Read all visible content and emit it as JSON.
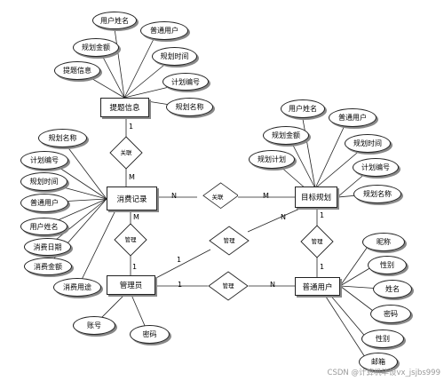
{
  "entities": {
    "tiqu": "提题信息",
    "xiaofei": "消费记录",
    "mubiao": "目标规划",
    "guanliyuan": "管理员",
    "putong": "普通用户"
  },
  "relations": {
    "r_tiqu_xiaofei": "关联",
    "r_xiaofei_mubiao": "关联",
    "r_xiaofei_guanli": "管理",
    "r_guanli_mubiao": "管理",
    "r_mubiao_putong": "管理",
    "r_guanli_putong": "管理"
  },
  "attributes": {
    "tiqu": [
      "用户姓名",
      "普通用户",
      "规划金额",
      "规划时间",
      "提题信息",
      "计划编号",
      "规划名称"
    ],
    "xiaofei": [
      "规划名称",
      "计划编号",
      "规划时间",
      "普通用户",
      "用户姓名",
      "消费日期",
      "消费金额",
      "消费用途"
    ],
    "mubiao": [
      "用户姓名",
      "普通用户",
      "规划金额",
      "规划时间",
      "规划计划",
      "计划编号",
      "规划名称"
    ],
    "guanliyuan": [
      "账号",
      "密码"
    ],
    "putong": [
      "昵称",
      "性别",
      "姓名",
      "密码",
      "性别",
      "邮箱"
    ]
  },
  "cardinalities": {
    "tiqu_top": "1",
    "tiqu_bottom": "M",
    "xiaofei_n": "N",
    "xiaofei_bottom": "M",
    "mubiao_m": "M",
    "n_mubiao_left": "N",
    "guanli_top": "1",
    "guanli_diag": "1",
    "guanli_right": "1",
    "putong_n": "N",
    "putong_top": "1",
    "mubiao_bottom": "1"
  },
  "watermark": "CSDN @计算机毕设vx_jsjbs999"
}
